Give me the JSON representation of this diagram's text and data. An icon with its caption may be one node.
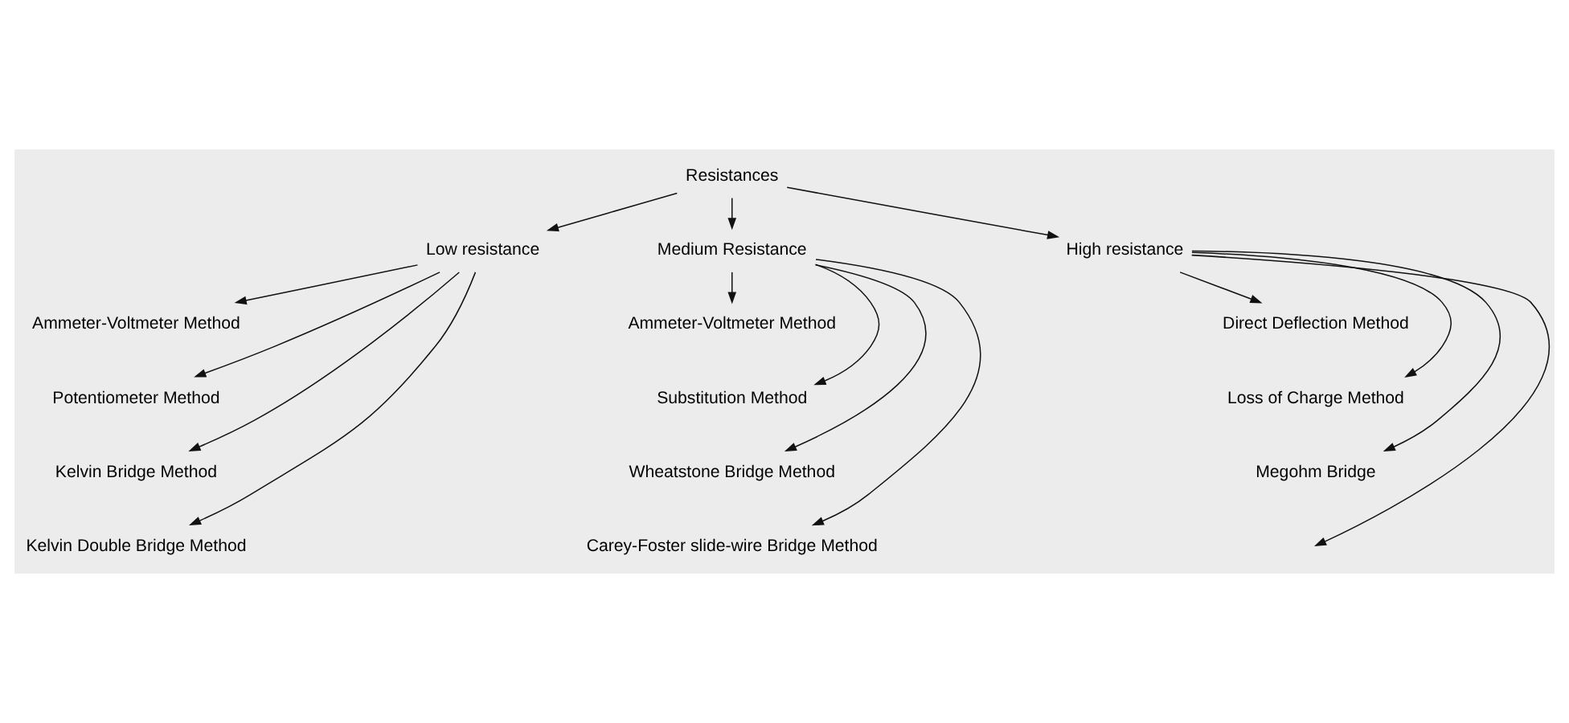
{
  "diagram": {
    "nodes": [
      {
        "text": [
          "Resistances"
        ]
      },
      {
        "text": [
          "Low resistance"
        ]
      },
      {
        "text": [
          "Medium Resistance"
        ]
      },
      {
        "text": [
          "High resistance"
        ]
      },
      {
        "text": [
          "Ammeter-Voltmeter Method"
        ]
      },
      {
        "text": [
          "Potentiometer Method"
        ]
      },
      {
        "text": [
          "Kelvin Bridge Method"
        ]
      },
      {
        "text": [
          "Kelvin Double Bridge Method"
        ]
      },
      {
        "text": [
          "Ammeter-Voltmeter Method"
        ]
      },
      {
        "text": [
          "Substitution Method"
        ]
      },
      {
        "text": [
          "Wheatstone Bridge Method"
        ]
      },
      {
        "text": [
          "Carey-Foster slide-wire Bridge Method"
        ]
      },
      {
        "text": [
          "Direct Deflection Method"
        ]
      },
      {
        "text": [
          "Loss of Charge Method"
        ]
      },
      {
        "text": [
          "Megohm Bridge"
        ]
      }
    ],
    "edges": [
      {
        "from": 0,
        "to": 1,
        "arrow": "to"
      },
      {
        "from": 0,
        "to": 2,
        "arrow": "to"
      },
      {
        "from": 0,
        "to": 3,
        "arrow": "to"
      },
      {
        "from": 1,
        "to": 4,
        "arrow": "to"
      },
      {
        "from": 1,
        "to": 5,
        "arrow": "to"
      },
      {
        "from": 1,
        "to": 6,
        "arrow": "to"
      },
      {
        "from": 1,
        "to": 7,
        "arrow": "to"
      },
      {
        "from": 2,
        "to": 8,
        "arrow": "to"
      },
      {
        "from": 2,
        "to": 9,
        "arrow": "to"
      },
      {
        "from": 2,
        "to": 10,
        "arrow": "to"
      },
      {
        "from": 2,
        "to": 11,
        "arrow": "to"
      },
      {
        "from": 3,
        "to": 12,
        "arrow": "to"
      },
      {
        "from": 3,
        "to": 13,
        "arrow": "to"
      },
      {
        "from": 3,
        "to": 14,
        "arrow": "to"
      },
      {
        "from": 3,
        "to": null,
        "arrow": "to"
      }
    ]
  }
}
